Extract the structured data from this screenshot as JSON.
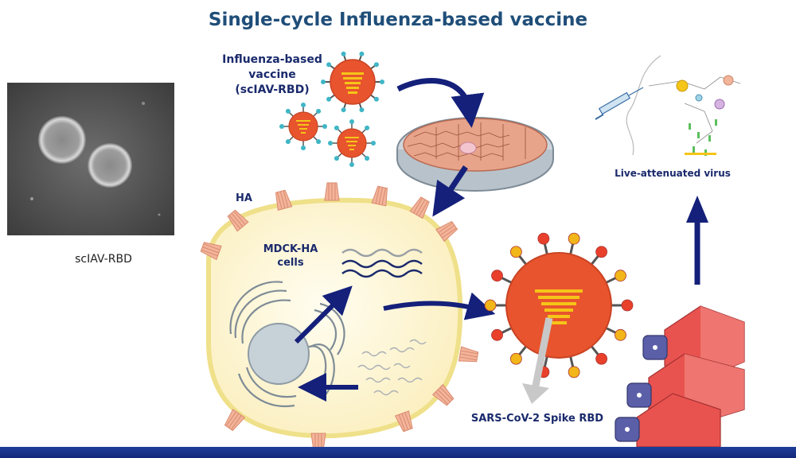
{
  "title": "Single-cycle Influenza-based vaccine",
  "micrograph": {
    "label": "scIAV-RBD"
  },
  "labels": {
    "vaccine_line1": "Influenza-based",
    "vaccine_line2": "vaccine",
    "vaccine_line3": "(scIAV-RBD)",
    "ha": "HA",
    "cells_line1": "MDCK-HA",
    "cells_line2": "cells",
    "live_attenuated": "Live-attenuated virus",
    "spike_rbd": "SARS-CoV-2 Spike RBD"
  },
  "colors": {
    "title": "#1f4e79",
    "arrow": "#14207a",
    "virion_body": "#e8542d",
    "virion_core": "#f5c518",
    "spike_tip_blue": "#3fb6c6",
    "spike_tip_red": "#e8402a",
    "spike_tip_yellow": "#f2b51a",
    "cell_fill": "#fdf3cf",
    "cell_border": "#f0e08a",
    "ha_protein": "#f2b49a",
    "flask": "#e9534f",
    "bottom_bar": "#1f3f9a"
  }
}
